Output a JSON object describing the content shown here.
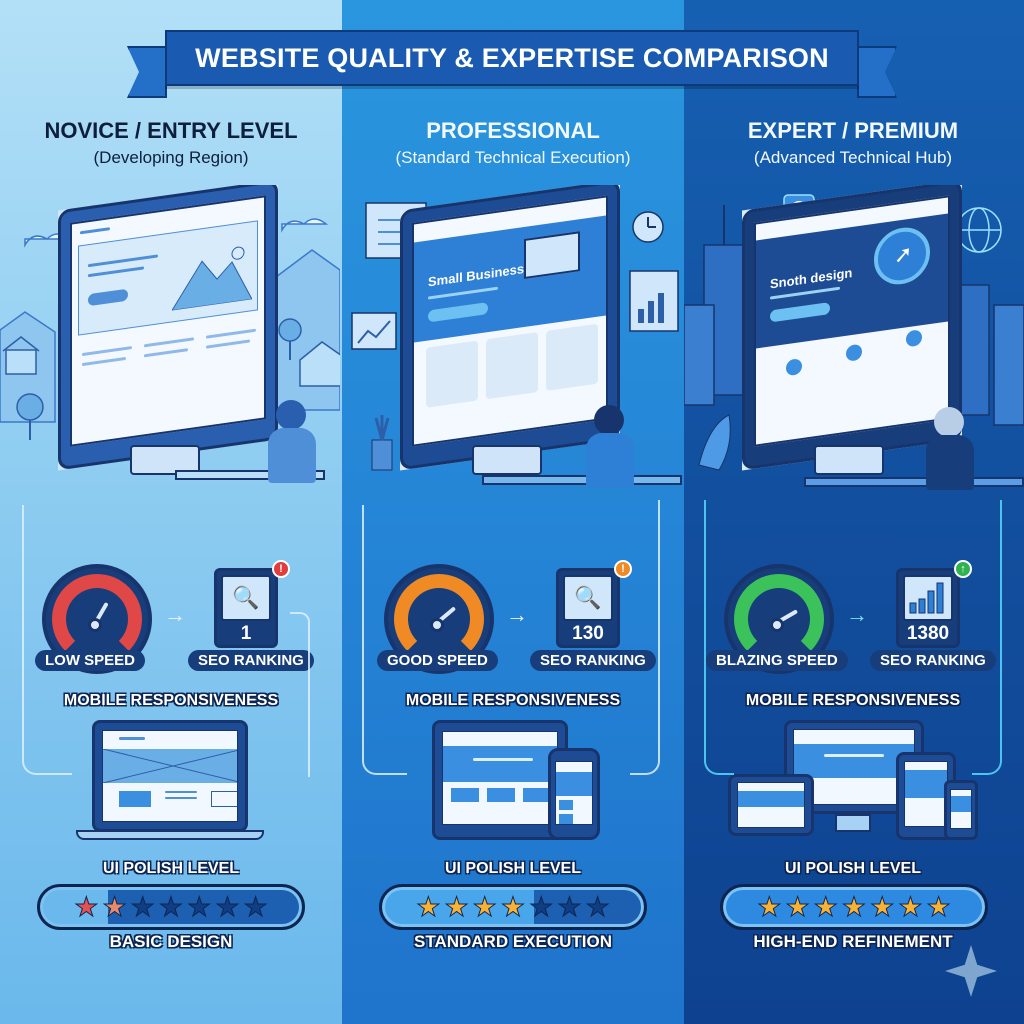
{
  "header": {
    "title": "WEBSITE QUALITY & EXPERTISE COMPARISON"
  },
  "colors": {
    "novice_bg": "#9fd6f4",
    "professional_bg": "#2585d6",
    "expert_bg": "#124f9e",
    "banner": "#1a5ab0",
    "outline": "#17356c",
    "speed_low": "#e04848",
    "speed_good": "#f08a24",
    "speed_blazing": "#3cc25a",
    "star_on": "#f9b233",
    "star_basic": "#e65050",
    "badge_red": "#e23c3c",
    "badge_orange": "#f08a24",
    "badge_green": "#2fb24f"
  },
  "tiers": [
    {
      "title": "NOVICE / ENTRY LEVEL",
      "subtitle": "(Developing Region)",
      "scene": {
        "description": "Person at small desk in front of basic website monitor, rural houses and mountains background",
        "screen_text": ""
      },
      "speed": {
        "label": "LOW SPEED",
        "color": "#e04848",
        "needle_deg": 30
      },
      "seo": {
        "icon": "magnifier-down-icon",
        "value": "1",
        "label": "SEO RANKING",
        "badge": "!",
        "badge_color": "#e23c3c"
      },
      "mobile_label": "MOBILE RESPONSIVENESS",
      "devices": [
        "laptop"
      ],
      "polish": {
        "label": "UI POLISH LEVEL",
        "stars_on": 2,
        "stars_total": 7,
        "star_color": "#e65050",
        "verdict": "BASIC DESIGN"
      }
    },
    {
      "title": "PROFESSIONAL",
      "subtitle": "(Standard Technical Execution)",
      "scene": {
        "description": "Developer at office desk with large monitor showing business site, charts and clock floating",
        "screen_text": "Small Business"
      },
      "speed": {
        "label": "GOOD SPEED",
        "color": "#f08a24",
        "needle_deg": 50
      },
      "seo": {
        "icon": "magnifier-up-icon",
        "value": "130",
        "label": "SEO RANKING",
        "badge": "!",
        "badge_color": "#f08a24"
      },
      "mobile_label": "MOBILE RESPONSIVENESS",
      "devices": [
        "tablet",
        "phone"
      ],
      "polish": {
        "label": "UI POLISH LEVEL",
        "stars_on": 4,
        "stars_total": 7,
        "star_color": "#f9b233",
        "verdict": "STANDARD EXECUTION"
      }
    },
    {
      "title": "EXPERT / PREMIUM",
      "subtitle": "(Advanced Technical Hub)",
      "scene": {
        "description": "Senior expert at desk with premium monitor, city skyscrapers and globe in background",
        "screen_text": "Snoth design"
      },
      "speed": {
        "label": "BLAZING SPEED",
        "color": "#3cc25a",
        "needle_deg": 60
      },
      "seo": {
        "icon": "bar-chart-up-icon",
        "value": "1380",
        "label": "SEO RANKING",
        "badge": "↑",
        "badge_color": "#2fb24f"
      },
      "mobile_label": "MOBILE RESPONSIVENESS",
      "devices": [
        "tablet-landscape",
        "desktop",
        "tablet",
        "phone"
      ],
      "polish": {
        "label": "UI POLISH LEVEL",
        "stars_on": 7,
        "stars_total": 7,
        "star_color": "#f9b233",
        "verdict": "HIGH-END REFINEMENT"
      }
    }
  ],
  "icons": {
    "arrow": "→",
    "star": "★",
    "sparkle": "sparkle-icon"
  }
}
